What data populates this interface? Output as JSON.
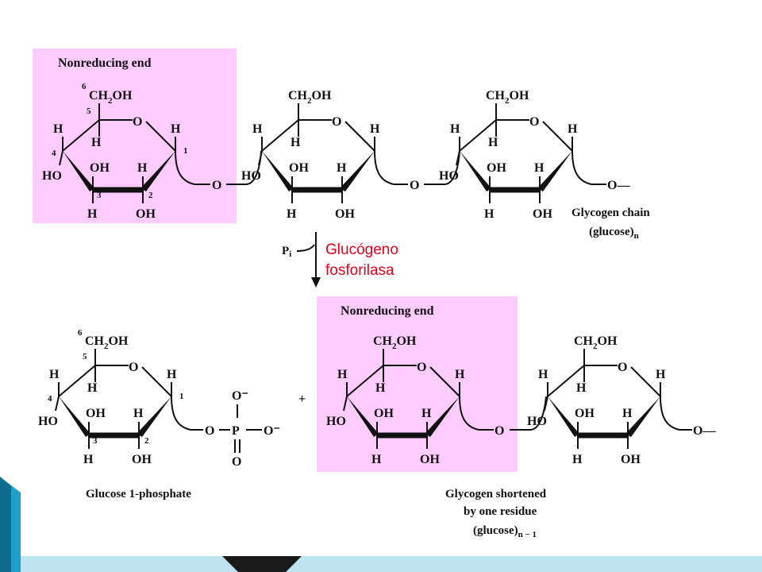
{
  "highlight_color": "#ffccff",
  "accent_color": "#e3001b",
  "labels": {
    "nonreducing_end": "Nonreducing end",
    "glycogen_chain": "Glycogen chain",
    "glucose_n": "(glucose)",
    "sub_n": "n",
    "pi": "P",
    "pi_sub": "i",
    "enzyme_line1": "Glucógeno",
    "enzyme_line2": "fosforilasa",
    "glucose_1_phosphate": "Glucose 1-phosphate",
    "plus": "+",
    "shortened_line1": "Glycogen shortened",
    "shortened_line2": "by one residue",
    "glucose_n1": "(glucose)",
    "sub_n1": "n − 1",
    "phosphate_o_minus": "O⁻",
    "phosphate_p": "P",
    "phosphate_o": "O",
    "phosphate_bridge": "O"
  },
  "atoms": {
    "ch2oh_ch": "CH",
    "ch2oh_sub": "2",
    "ch2oh_oh": "OH",
    "ring_o": "O",
    "h": "H",
    "oh": "OH",
    "ho": "HO",
    "glycosidic_o": "O",
    "chain_end": "O—"
  },
  "carbon_numbers": [
    "1",
    "2",
    "3",
    "4",
    "5",
    "6"
  ]
}
